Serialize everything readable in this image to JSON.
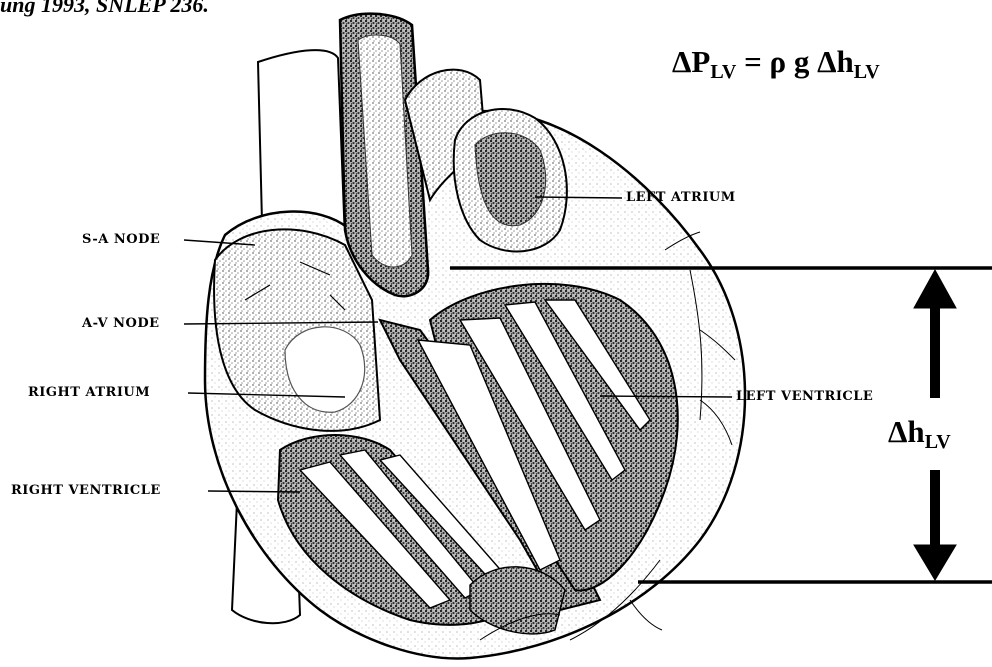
{
  "header_caption": "ung 1993, SNLEP 236.",
  "equation": {
    "lhs_symbol": "ΔP",
    "lhs_subscript": "LV",
    "equals_rhs": " = ρ g Δh",
    "rhs_subscript": "LV"
  },
  "height_marker": {
    "symbol": "Δh",
    "subscript": "LV"
  },
  "labels": {
    "left_atrium": "LEFT ATRIUM",
    "sa_node": "S-A NODE",
    "av_node": "A-V NODE",
    "right_atrium": "RIGHT ATRIUM",
    "left_ventricle": "LEFT VENTRICLE",
    "right_ventricle": "RIGHT VENTRICLE"
  },
  "colors": {
    "ink": "#000000",
    "paper": "#ffffff",
    "shade": "#8a8a8a"
  }
}
